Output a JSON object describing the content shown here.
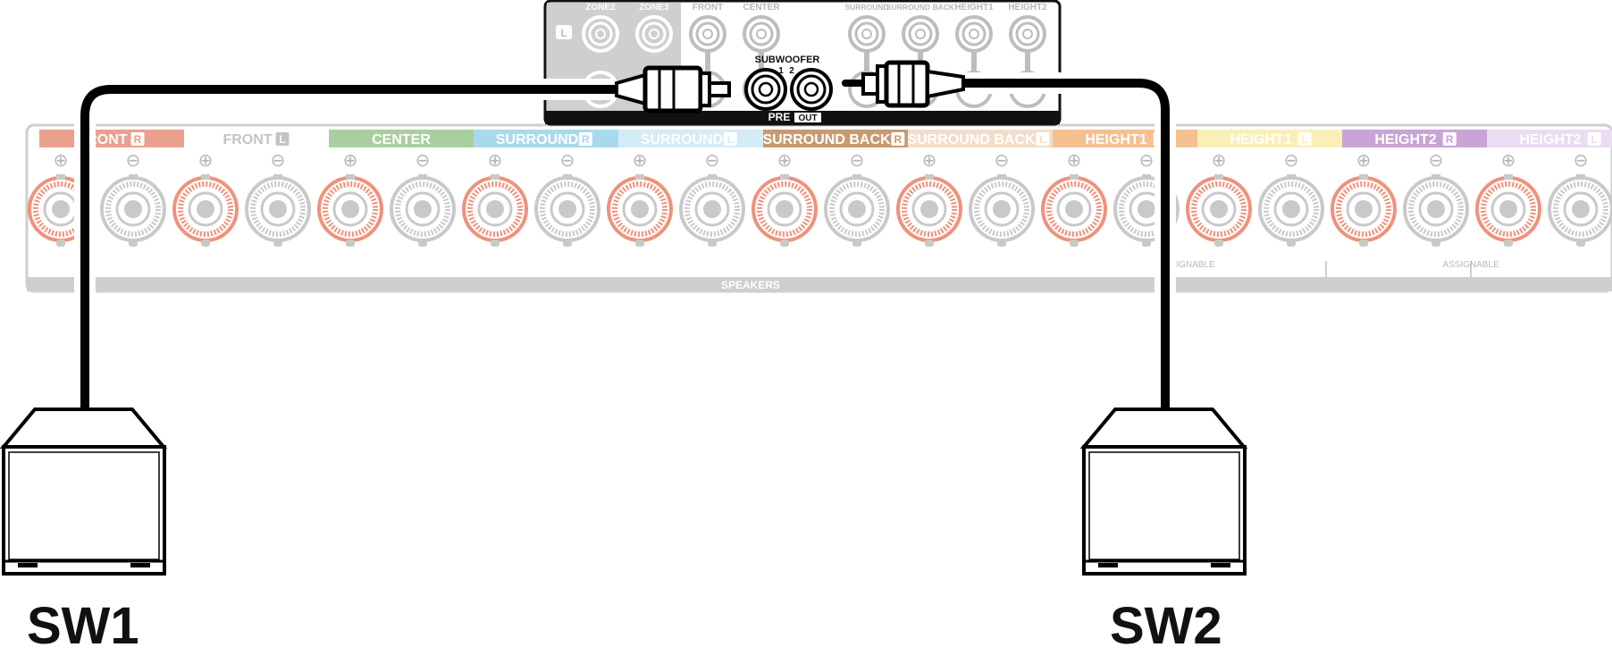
{
  "preout_panel": {
    "zone_labels": [
      "ZONE2",
      "ZONE3"
    ],
    "zone_side_badge": "L",
    "top_labels": [
      "FRONT",
      "CENTER",
      "SURROUND",
      "SURROUND BACK",
      "HEIGHT1",
      "HEIGHT2"
    ],
    "subwoofer_title": "SUBWOOFER",
    "subwoofer_numbers": [
      "1",
      "2"
    ],
    "footer_pre": "PRE",
    "footer_out": "OUT"
  },
  "speaker_panel": {
    "channels": [
      {
        "name": "FRONT",
        "side": "R",
        "style": "filled",
        "color": "#e9a18d"
      },
      {
        "name": "FRONT",
        "side": "L",
        "style": "outline",
        "color": "#bdbdbd"
      },
      {
        "name": "CENTER",
        "side": "",
        "style": "filled",
        "color": "#a9cfa0"
      },
      {
        "name": "SURROUND",
        "side": "R",
        "style": "filled",
        "color": "#a9d9ec"
      },
      {
        "name": "SURROUND",
        "side": "L",
        "style": "filled_light",
        "color": "#d3ecf6"
      },
      {
        "name": "SURROUND BACK",
        "side": "R",
        "style": "filled",
        "color": "#c89a72"
      },
      {
        "name": "SURROUND BACK",
        "side": "L",
        "style": "filled_light",
        "color": "#f4ddc8"
      },
      {
        "name": "HEIGHT1",
        "side": "R",
        "style": "filled",
        "color": "#f4c090"
      },
      {
        "name": "HEIGHT1",
        "side": "L",
        "style": "filled_light",
        "color": "#fbefb8"
      },
      {
        "name": "HEIGHT2",
        "side": "R",
        "style": "filled",
        "color": "#c9a4d6"
      },
      {
        "name": "HEIGHT2",
        "side": "L",
        "style": "filled_light",
        "color": "#eadcf1"
      }
    ],
    "plus_symbol": "⊕",
    "minus_symbol": "⊖",
    "footer_label": "SPEAKERS",
    "assignable_labels": [
      "ASSIGNABLE",
      "ASSIGNABLE"
    ],
    "terminal_plus_color": "#f0917a",
    "terminal_minus_color": "#c9c9c9"
  },
  "subwoofers": [
    {
      "label": "SW1"
    },
    {
      "label": "SW2"
    }
  ],
  "colors": {
    "cable": "#000000",
    "panel_grey": "#cfcfcf",
    "faded_text": "#ffffff"
  }
}
